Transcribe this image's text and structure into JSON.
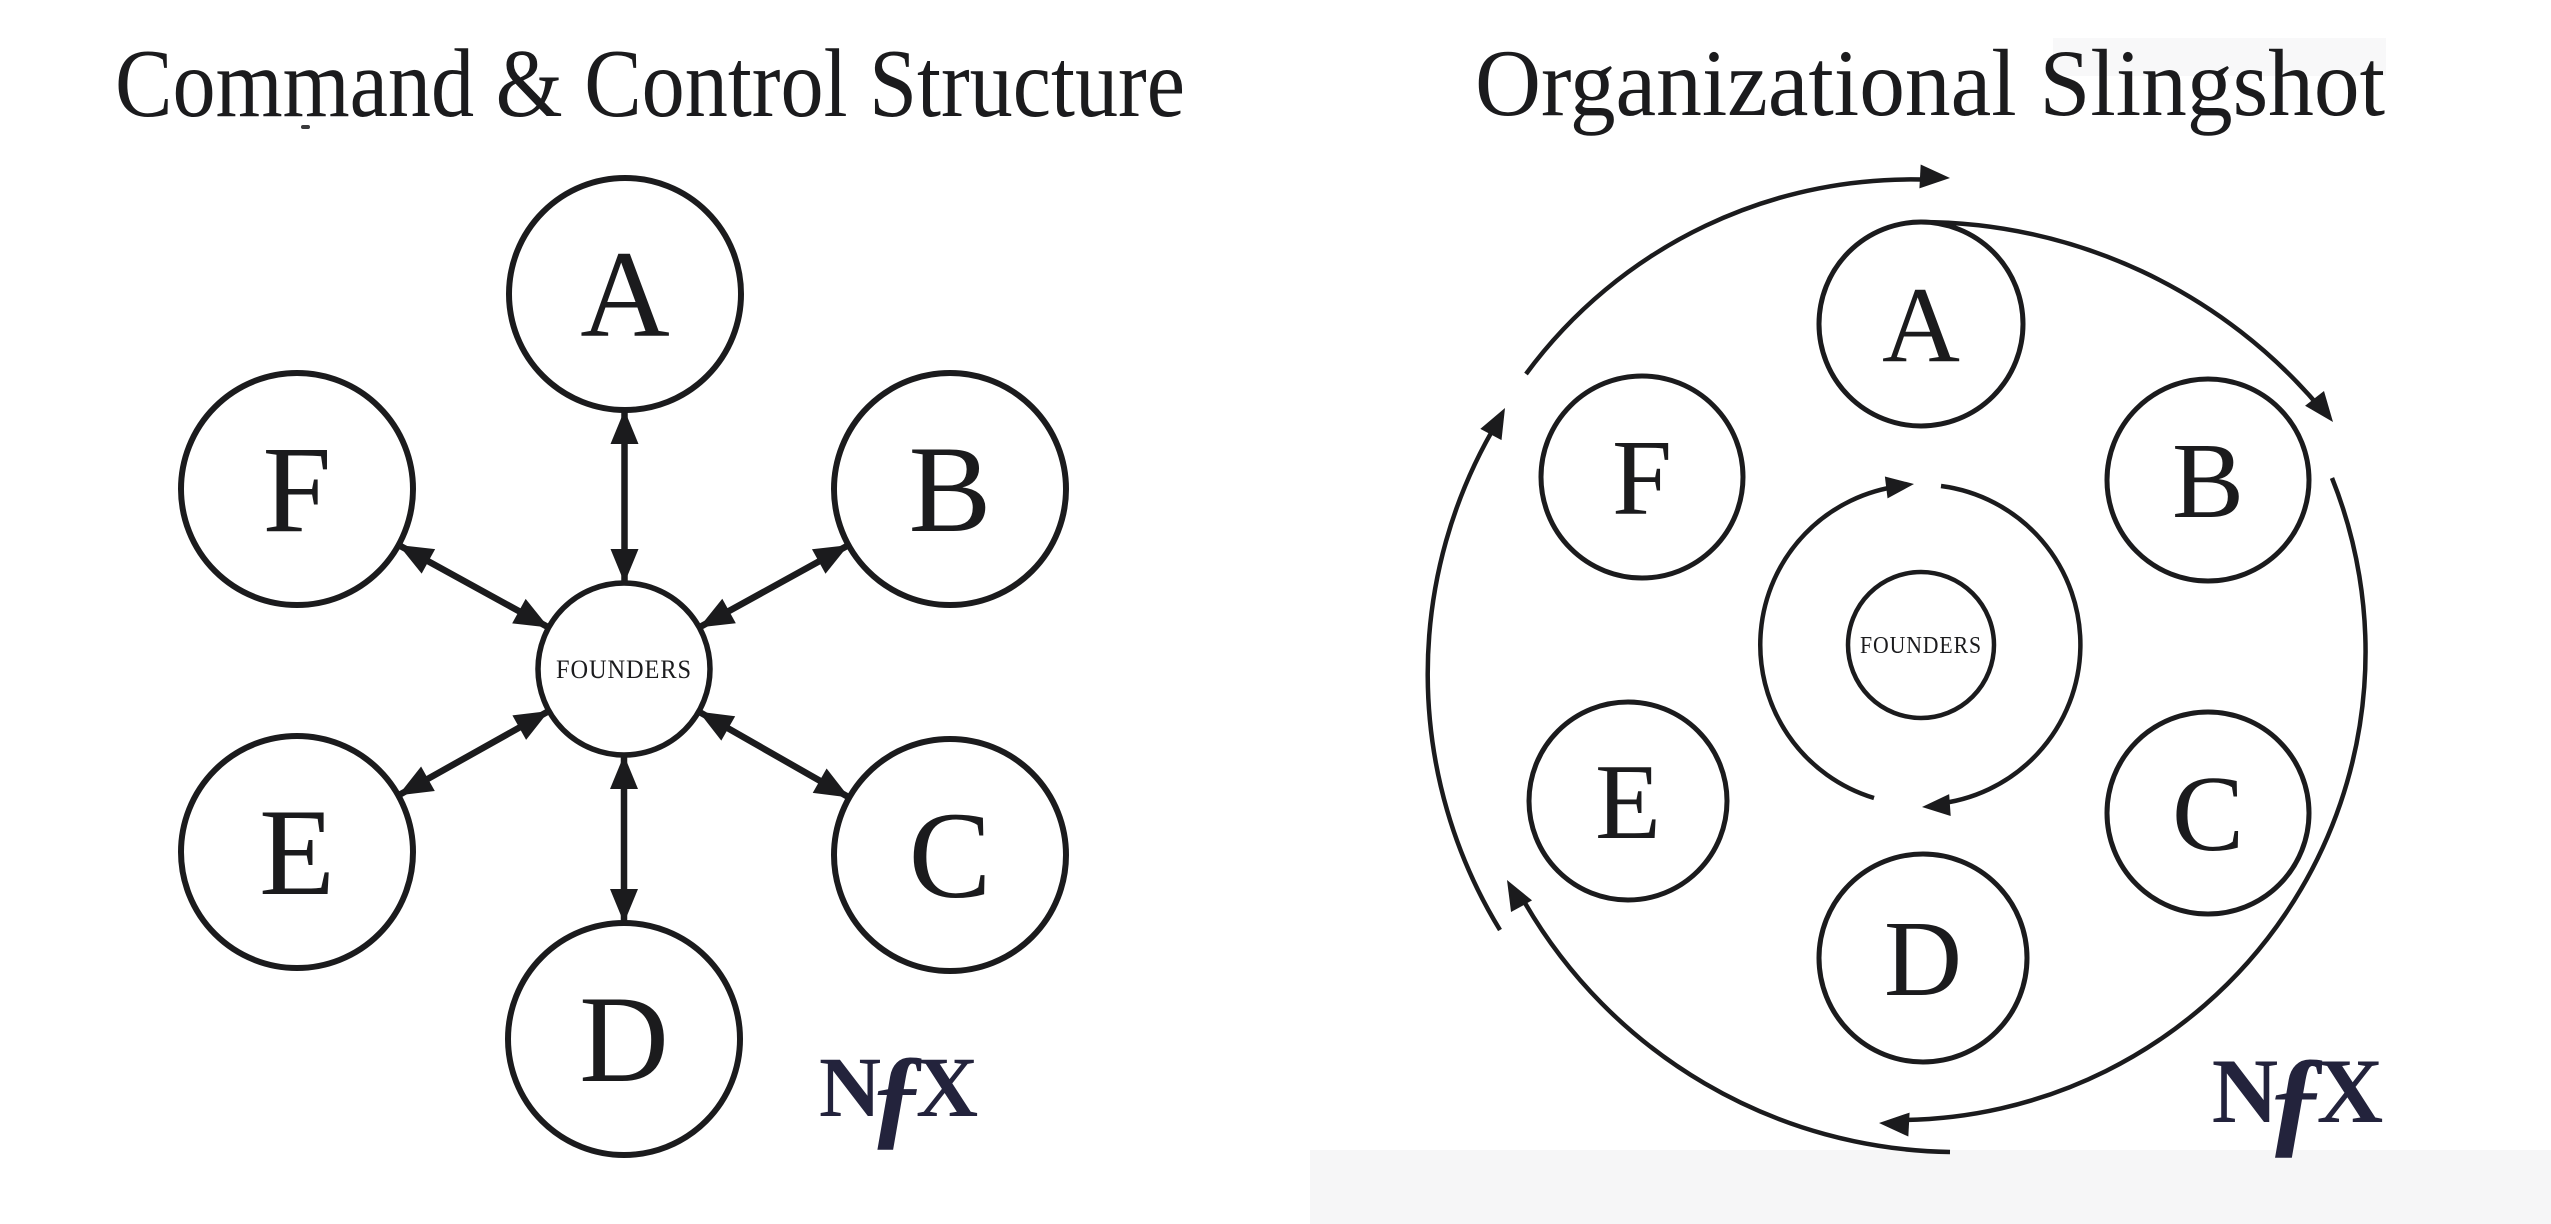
{
  "colors": {
    "ink": "#1b1b1d",
    "brand_navy": "#23233c",
    "background": "#ffffff"
  },
  "left_diagram": {
    "title": "Command & Control Structure",
    "center_label": "FOUNDERS",
    "nodes": [
      "A",
      "B",
      "C",
      "D",
      "E",
      "F"
    ],
    "brand": {
      "n": "N",
      "f": "ƒ",
      "x": "X"
    }
  },
  "right_diagram": {
    "title": "Organizational Slingshot",
    "center_label": "FOUNDERS",
    "nodes": [
      "A",
      "B",
      "C",
      "D",
      "E",
      "F"
    ],
    "brand": {
      "n": "N",
      "f": "ƒ",
      "x": "X"
    }
  }
}
